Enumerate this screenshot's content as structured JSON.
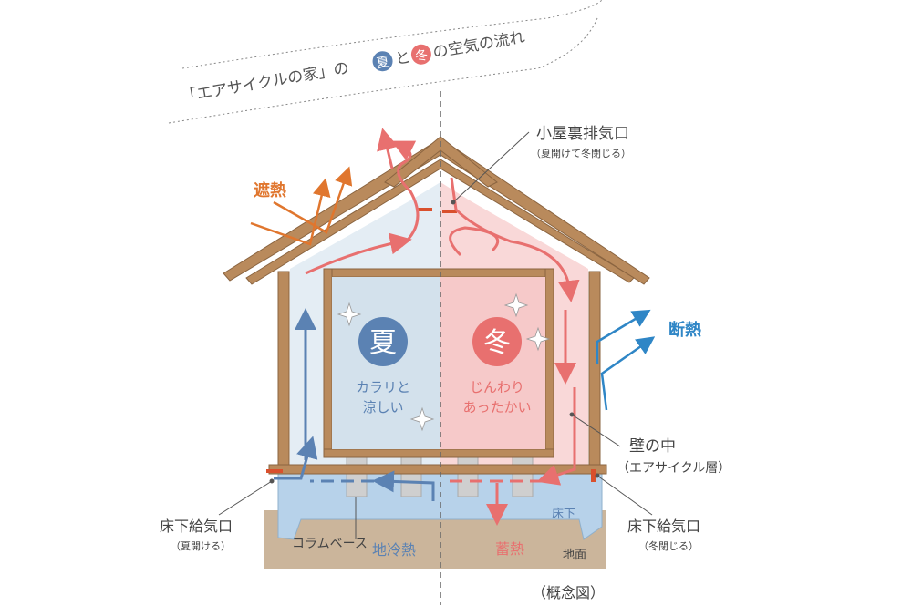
{
  "title": {
    "pre": "「エアサイクルの家」の",
    "summer_char": "夏",
    "mid": "と",
    "winter_char": "冬",
    "post": "の空気の流れ"
  },
  "labels": {
    "attic_vent": "小屋裏排気口",
    "attic_vent_note": "（夏開けて冬閉じる）",
    "heat_shield": "遮熱",
    "insulation": "断熱",
    "summer": "夏",
    "summer_desc_1": "カラリと",
    "summer_desc_2": "涼しい",
    "winter": "冬",
    "winter_desc_1": "じんわり",
    "winter_desc_2": "あったかい",
    "wall_inside": "壁の中",
    "wall_inside_note": "（エアサイクル層）",
    "floor_vent_left": "床下給気口",
    "floor_vent_left_note": "（夏開ける）",
    "floor_vent_right": "床下給気口",
    "floor_vent_right_note": "（冬閉じる）",
    "underfloor": "床下",
    "column_base": "コラムベース",
    "ground_cool": "地冷熱",
    "heat_storage": "蓄熱",
    "ground": "地面",
    "concept": "（概念図）"
  },
  "colors": {
    "summer": "#5b82b3",
    "winter": "#e8706f",
    "wood": "#b98a5c",
    "orange": "#e0762e",
    "blue_arrow": "#2f86c6",
    "ground": "#cbb59b",
    "underfloor": "#b7d2ea"
  }
}
